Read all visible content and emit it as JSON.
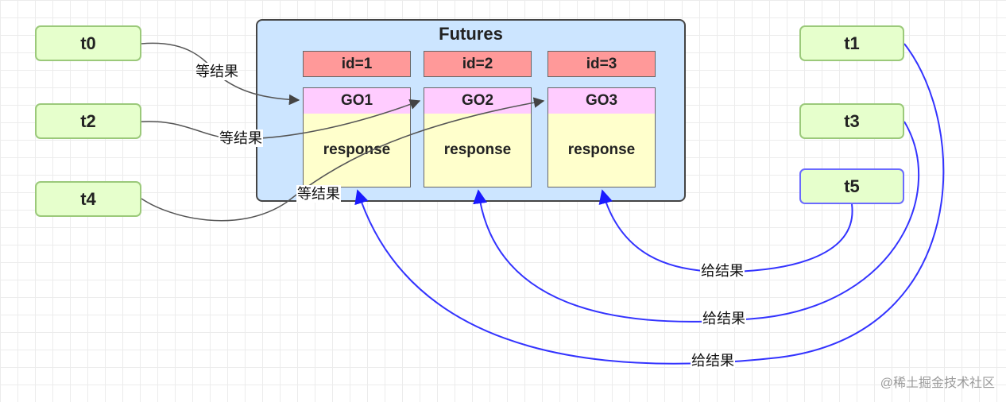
{
  "futures": {
    "title": "Futures",
    "items": [
      {
        "id_label": "id=1",
        "go_label": "GO1",
        "response_label": "response"
      },
      {
        "id_label": "id=2",
        "go_label": "GO2",
        "response_label": "response"
      },
      {
        "id_label": "id=3",
        "go_label": "GO3",
        "response_label": "response"
      }
    ]
  },
  "threads": {
    "t0": "t0",
    "t2": "t2",
    "t4": "t4",
    "t1": "t1",
    "t3": "t3",
    "t5": "t5"
  },
  "edges": {
    "wait_label": "等结果",
    "give_label": "给结果"
  },
  "colors": {
    "thread_fill": "#e6ffcc",
    "futures_fill": "#cce5ff",
    "id_fill": "#ff9999",
    "go_fill": "#ffccff",
    "response_fill": "#ffffcc",
    "wait_edge": "#555555",
    "give_edge": "#3333ff"
  },
  "watermark": "@稀土掘金技术社区"
}
